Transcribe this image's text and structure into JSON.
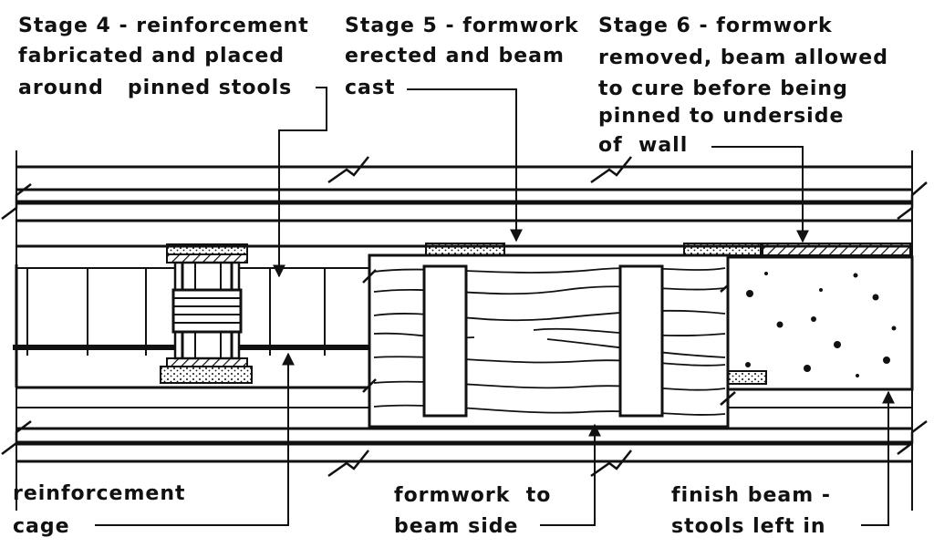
{
  "labels": {
    "stage4": [
      "Stage 4 - reinforcement",
      "fabricated and placed",
      "around   pinned stools"
    ],
    "stage5": [
      "Stage 5 - formwork",
      "erected and beam",
      "cast"
    ],
    "stage6": [
      "Stage 6 - formwork",
      "removed, beam allowed",
      "to cure before being",
      "pinned to underside",
      "of  wall"
    ],
    "reinforcement": [
      "reinforcement",
      "cage"
    ],
    "formwork": [
      "formwork  to",
      "beam side"
    ],
    "finish": [
      "finish beam -",
      "stools left in"
    ]
  },
  "colors": {
    "ink": "#111111",
    "paper": "#ffffff"
  }
}
